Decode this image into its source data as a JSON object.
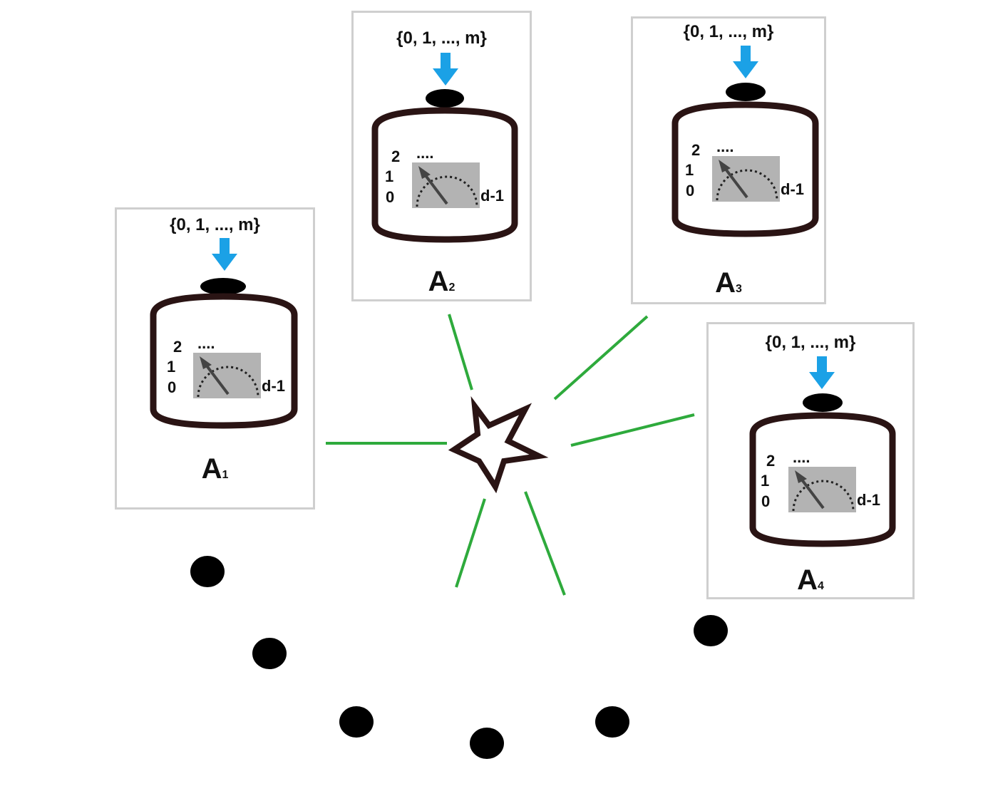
{
  "devices": [
    {
      "letter": "A",
      "index": "1",
      "input_set": "{0, 1, ..., m}",
      "ticks": [
        "2",
        "1",
        "0"
      ],
      "ellipsis": "....",
      "last_label": "d-1"
    },
    {
      "letter": "A",
      "index": "2",
      "input_set": "{0, 1, ..., m}",
      "ticks": [
        "2",
        "1",
        "0"
      ],
      "ellipsis": "....",
      "last_label": "d-1"
    },
    {
      "letter": "A",
      "index": "3",
      "input_set": "{0, 1, ..., m}",
      "ticks": [
        "2",
        "1",
        "0"
      ],
      "ellipsis": "....",
      "last_label": "d-1"
    },
    {
      "letter": "A",
      "index": "4",
      "input_set": "{0, 1, ..., m}",
      "ticks": [
        "2",
        "1",
        "0"
      ],
      "ellipsis": "....",
      "last_label": "d-1"
    }
  ],
  "colors": {
    "connection": "#2eaa3c",
    "input_arrow": "#1ba1e6",
    "device_outline": "#2a1414",
    "meter_background": "#b3b3b3",
    "panel_border": "#cfcfcf",
    "dots": "#000000"
  },
  "icons": {
    "source": "star-icon",
    "input": "arrow-down-icon",
    "continuation": "dot-icon"
  }
}
